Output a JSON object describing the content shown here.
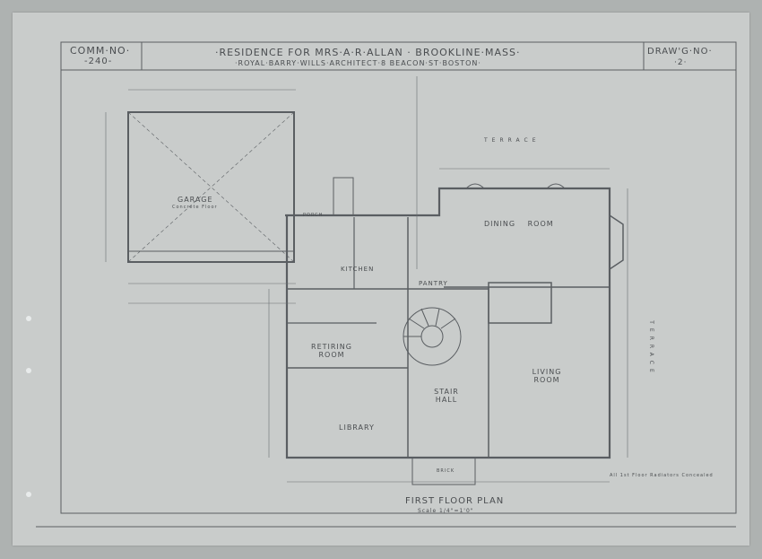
{
  "title_block": {
    "comm_label": "COMM·NO·",
    "comm_number": "-240-",
    "title": "·RESIDENCE FOR MRS·A·R·ALLAN · BROOKLINE·MASS·",
    "subtitle": "·ROYAL·BARRY·WILLS·ARCHITECT·8 BEACON·ST·BOSTON·",
    "drawing_label": "DRAW'G·NO·",
    "drawing_number": "·2·"
  },
  "rooms": {
    "garage": "GARAGE",
    "garage_floor": "Concrete Floor",
    "kitchen": "KITCHEN",
    "pantry": "PANTRY",
    "dining": "DINING ROOM",
    "living": "LIVING ROOM",
    "stair_hall": "STAIR HALL",
    "retiring": "RETIRING ROOM",
    "library": "LIBRARY",
    "porch": "PORCH",
    "brick": "BRICK",
    "terrace_top": "TERRACE",
    "terrace_side": "TERRACE"
  },
  "plan_title": "FIRST FLOOR PLAN",
  "scale": "Scale 1/4\"=1'0\"",
  "note": "All 1st Floor Radiators Concealed"
}
